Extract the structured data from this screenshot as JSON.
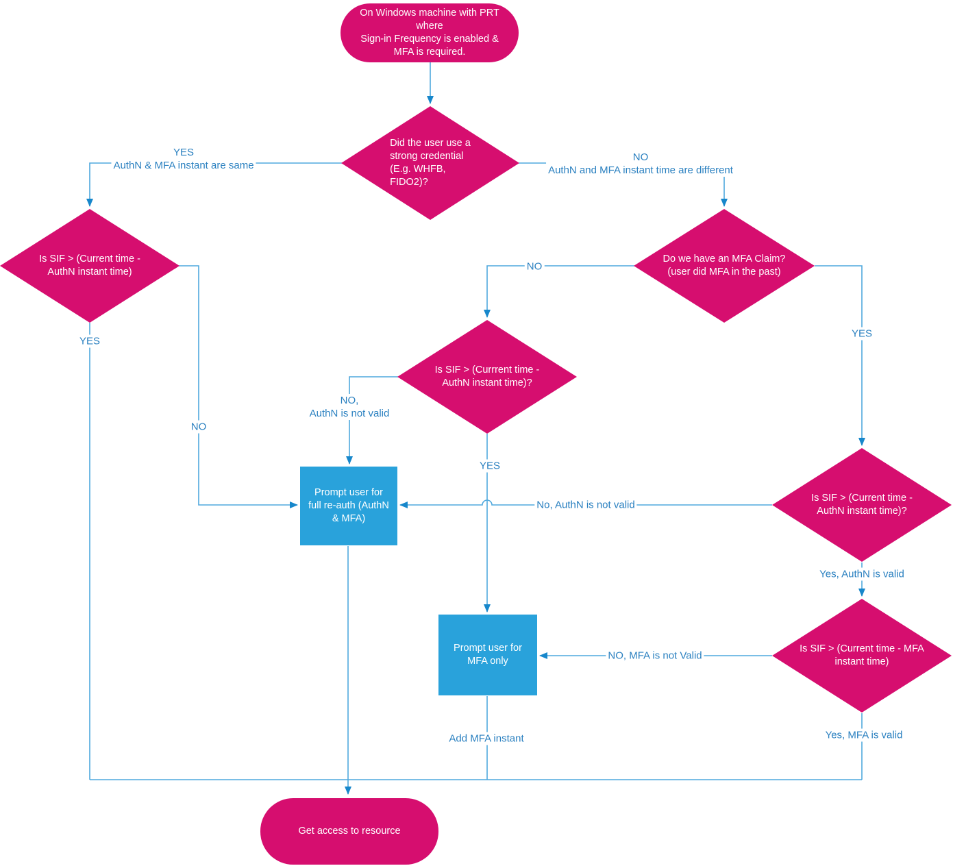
{
  "colors": {
    "pink": "#d60e6f",
    "blue": "#29a2db",
    "line": "#4fa8dd",
    "arrow": "#1787cb",
    "label": "#2a80c0"
  },
  "nodes": {
    "start": "On Windows machine with PRT\nwhere\nSign-in Frequency is enabled &\nMFA is required.",
    "strong_credential": "Did the user use a\nstrong credential\n(E.g. WHFB,\nFIDO2)?",
    "sif_authn_left": "Is SIF > (Current time -\nAuthN instant time)",
    "mfa_claim": "Do we have an MFA Claim?\n(user did MFA in the past)",
    "sif_authn_middle": "Is SIF > (Currrent time -\nAuthN instant time)?",
    "sif_authn_right": "Is SIF > (Current time -\nAuthN instant time)?",
    "sif_mfa": "Is SIF > (Current time - MFA\ninstant time)",
    "full_reauth": "Prompt user for\nfull re-auth (AuthN\n& MFA)",
    "mfa_only": "Prompt user for\nMFA only",
    "end": "Get access to resource"
  },
  "edge_labels": {
    "yes_same": "YES\nAuthN & MFA instant are same",
    "no_different": "NO\nAuthN and MFA instant time are different",
    "yes_sif_left": "YES",
    "no_sif_left": "NO",
    "no_mfa_claim": "NO",
    "yes_mfa_claim": "YES",
    "no_sif_middle": "NO,\nAuthN is not valid",
    "yes_sif_middle": "YES",
    "no_sif_right": "No, AuthN is not valid",
    "yes_sif_right": "Yes, AuthN is valid",
    "no_sif_mfa": "NO, MFA is not Valid",
    "yes_sif_mfa": "Yes, MFA is valid",
    "add_mfa_instant": "Add MFA instant"
  }
}
